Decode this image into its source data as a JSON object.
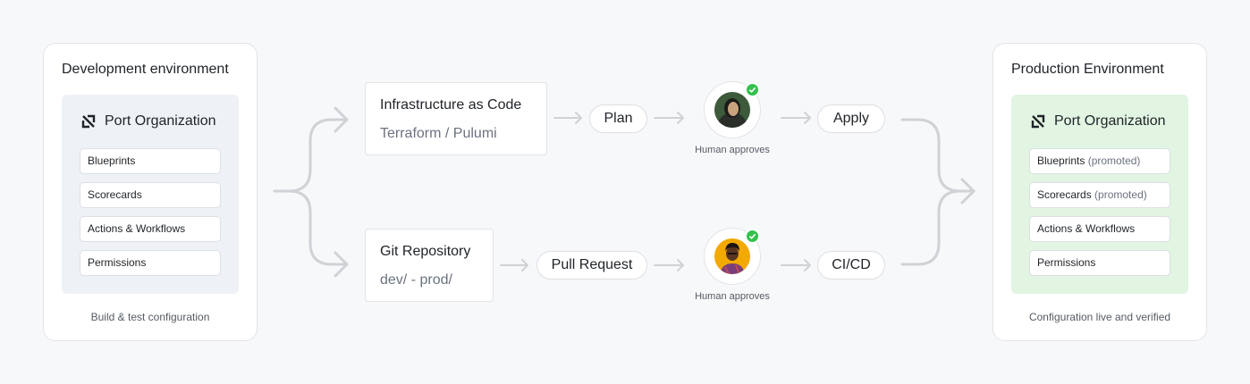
{
  "colors": {
    "background": "#f7f8fa",
    "connector": "#cfd2d6",
    "dev_panel": "#eef1f6",
    "prod_panel": "#e1f5e2",
    "check": "#34c14e"
  },
  "dev_env": {
    "title": "Development environment",
    "org_name": "Port Organization",
    "org_icon": "port-logo-icon",
    "items": [
      {
        "label": "Blueprints",
        "note": ""
      },
      {
        "label": "Scorecards",
        "note": ""
      },
      {
        "label": "Actions & Workflows",
        "note": ""
      },
      {
        "label": "Permissions",
        "note": ""
      }
    ],
    "caption": "Build & test configuration"
  },
  "prod_env": {
    "title": "Production Environment",
    "org_name": "Port Organization",
    "org_icon": "port-logo-icon",
    "items": [
      {
        "label": "Blueprints",
        "note": "(promoted)"
      },
      {
        "label": "Scorecards",
        "note": "(promoted)"
      },
      {
        "label": "Actions & Workflows",
        "note": ""
      },
      {
        "label": "Permissions",
        "note": ""
      }
    ],
    "caption": "Configuration live and verified"
  },
  "iac_flow": {
    "title": "Infrastructure as Code",
    "subtitle": "Terraform / Pulumi",
    "step": "Plan",
    "approver_caption": "Human approves",
    "result": "Apply"
  },
  "git_flow": {
    "title": "Git Repository",
    "subtitle": "dev/ - prod/",
    "step": "Pull Request",
    "approver_caption": "Human approves",
    "result": "CI/CD"
  }
}
